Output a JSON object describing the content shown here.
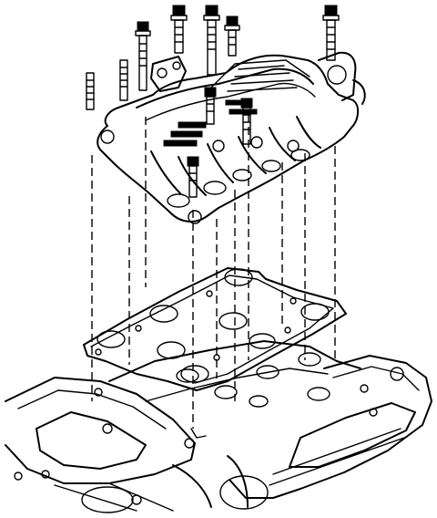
{
  "diagram": {
    "labels": [],
    "ink_color": "#000000",
    "paper_color": "#ffffff",
    "parts": [
      "upper-intake-manifold",
      "intake-gasket",
      "cylinder-head",
      "valve-cover",
      "manifold-bolt",
      "manifold-stud"
    ]
  }
}
